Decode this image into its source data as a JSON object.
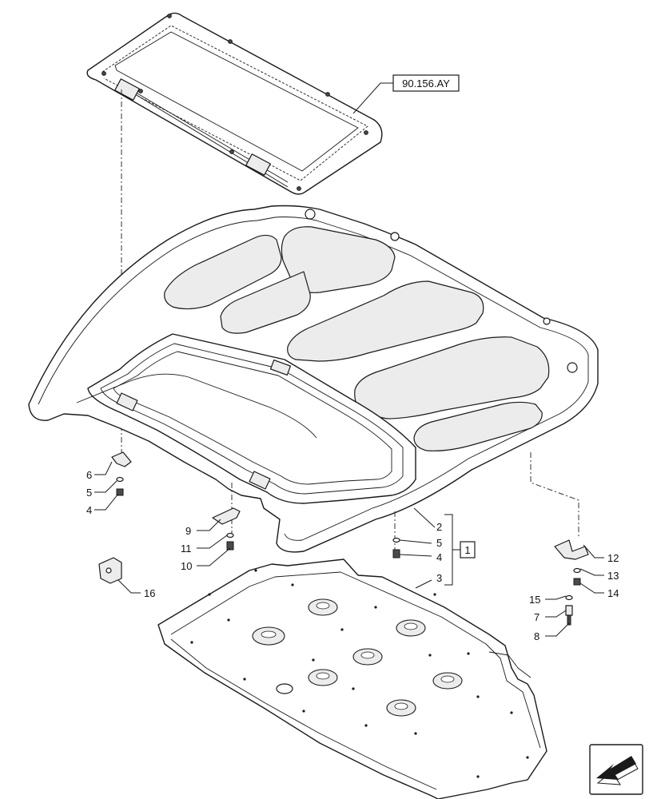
{
  "reference": {
    "text": "90.156.AY"
  },
  "group_box": {
    "text": "1"
  },
  "callouts": [
    "1",
    "2",
    "3",
    "4",
    "5",
    "6",
    "7",
    "8",
    "9",
    "10",
    "11",
    "12",
    "13",
    "14",
    "15",
    "16"
  ],
  "labels": {
    "c6": "6",
    "c5a": "5",
    "c4a": "4",
    "c9": "9",
    "c11": "11",
    "c10": "10",
    "c2": "2",
    "c5b": "5",
    "c4b": "4",
    "c3": "3",
    "c12": "12",
    "c13": "13",
    "c14": "14",
    "c15": "15",
    "c7": "7",
    "c8": "8",
    "c16": "16"
  },
  "nav": {
    "icon": "next-page-arrow-icon"
  }
}
